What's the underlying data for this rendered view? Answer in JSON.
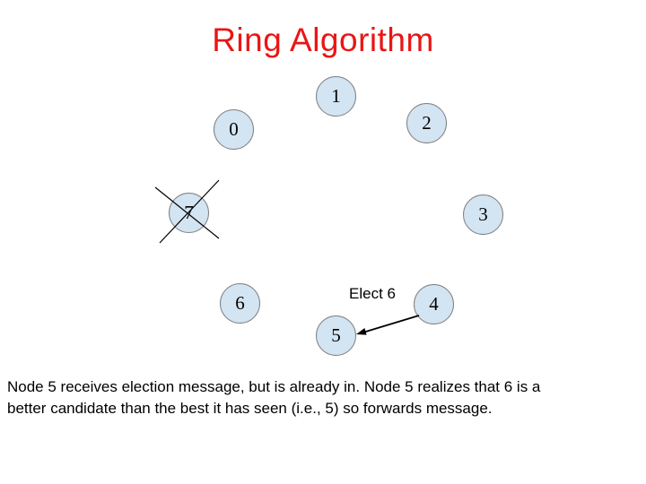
{
  "title": "Ring Algorithm",
  "colors": {
    "title": "#ea1515",
    "node_fill": "#d3e4f2",
    "node_border": "#7f7f7f",
    "ink": "#000000"
  },
  "diagram": {
    "nodes": [
      {
        "label": "0",
        "crossed_out": false
      },
      {
        "label": "1",
        "crossed_out": false
      },
      {
        "label": "2",
        "crossed_out": false
      },
      {
        "label": "3",
        "crossed_out": false
      },
      {
        "label": "4",
        "crossed_out": false
      },
      {
        "label": "5",
        "crossed_out": false
      },
      {
        "label": "6",
        "crossed_out": false
      },
      {
        "label": "7",
        "crossed_out": true
      }
    ],
    "message": {
      "label": "Elect 6",
      "from_node": "4",
      "to_node": "5"
    }
  },
  "caption": {
    "line1": "Node 5 receives election message, but is already in. Node 5 realizes that 6 is a",
    "line2": "better candidate than the best it has seen (i.e., 5) so forwards message."
  }
}
